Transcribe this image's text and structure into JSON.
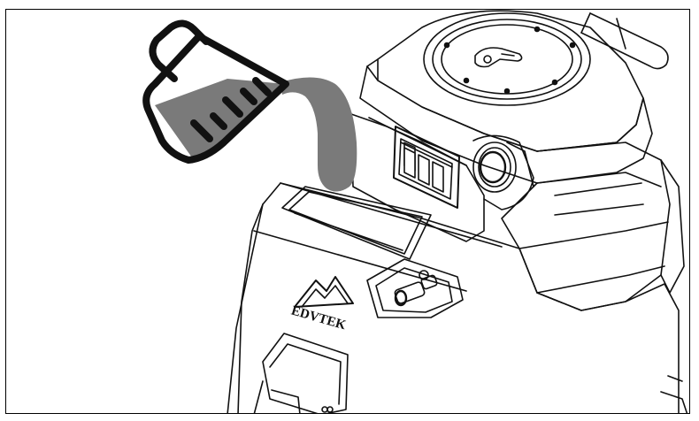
{
  "diagram": {
    "brand_logo_text": "EDVTEK",
    "colors": {
      "line": "#111111",
      "water": "#7a7a7a",
      "background": "#ffffff"
    },
    "icons": [
      "measuring-pitcher-icon",
      "brand-logo"
    ],
    "pitcher_fill_fraction": 0.55
  }
}
